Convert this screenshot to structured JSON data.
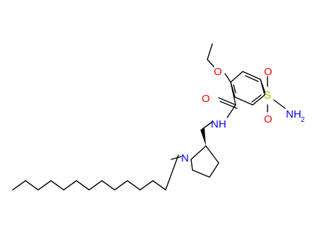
{
  "molecule": {
    "atoms": {
      "methoxy_o": "O",
      "carbonyl_o": "O",
      "amide_nh": "NH",
      "sulfonyl_s": "S",
      "sulfonyl_o1": "O",
      "sulfonyl_o2": "O",
      "amine_n": "NH",
      "amine_sub": "2",
      "ring_n": "N"
    }
  },
  "colors": {
    "oxygen": "#ff0000",
    "nitrogen": "#0000ff",
    "sulfur": "#b3b300",
    "bond": "#000000"
  }
}
